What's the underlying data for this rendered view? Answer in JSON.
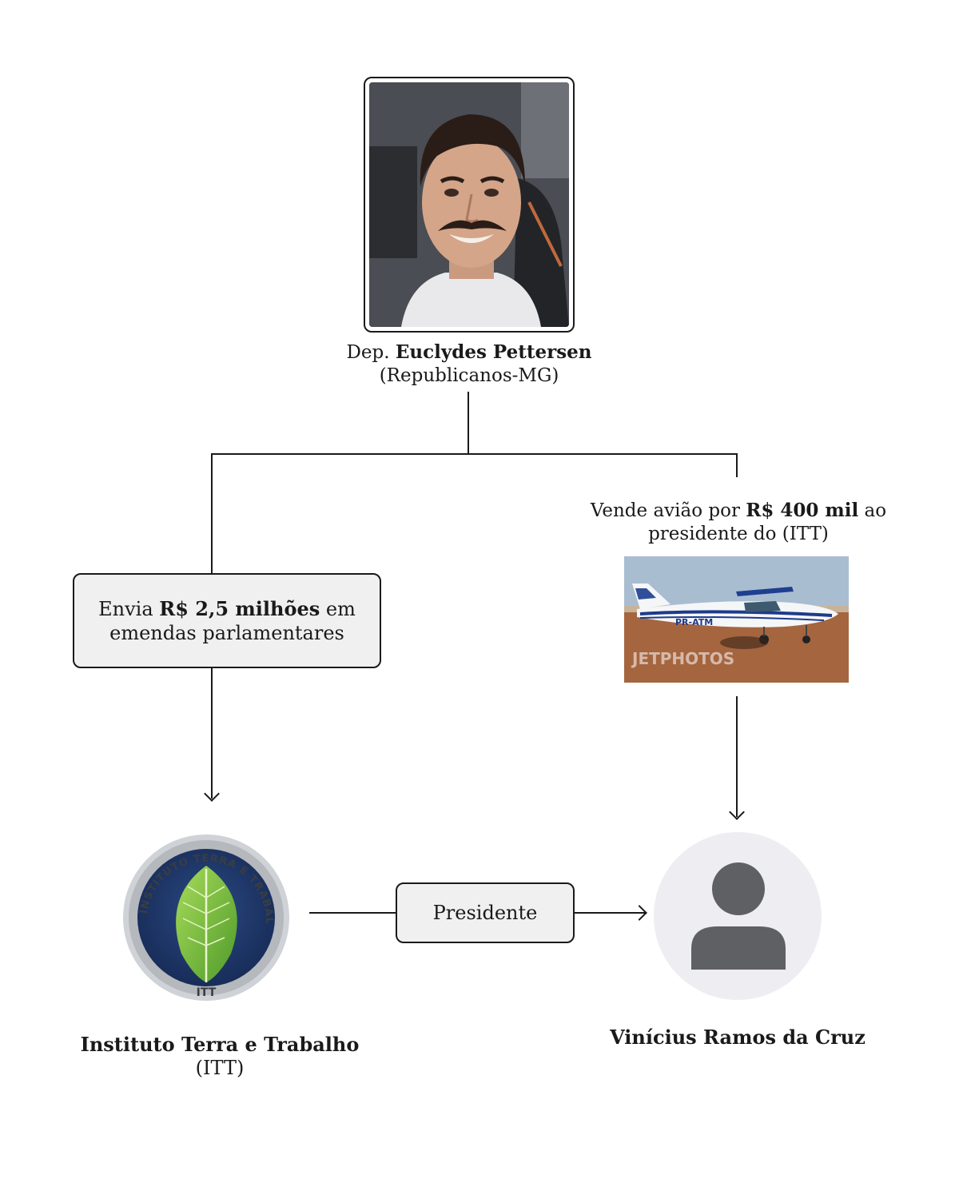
{
  "top_person": {
    "prefix": "Dep. ",
    "name": "Euclydes Pettersen",
    "party": "(Republicanos-MG)"
  },
  "left_box": {
    "pre": "Envia ",
    "amount": "R$ 2,5 milhões",
    "post": " em",
    "line2": "emendas parlamentares"
  },
  "right_caption": {
    "pre": "Vende avião por ",
    "amount": "R$ 400 mil",
    "post": " ao",
    "line2": "presidente do (ITT)"
  },
  "plane_photo": {
    "registration": "PR-ATM",
    "watermark": "JETPHOTOS"
  },
  "itt_logo": {
    "ring_text": "INSTITUTO TERRA E TRABALHO",
    "abbr": "ITT"
  },
  "itt_label": {
    "name": "Instituto Terra e Trabalho",
    "abbr": "(ITT)"
  },
  "relation_box": {
    "label": "Presidente"
  },
  "person_label": {
    "name": "Vinícius Ramos da Cruz"
  },
  "icons": {
    "person_photo": "portrait-photo",
    "plane": "airplane-photo",
    "logo": "leaf-logo-icon",
    "avatar": "user-placeholder-icon"
  },
  "colors": {
    "box_fill": "#f0f0f0",
    "line": "#1a1a1a",
    "avatar_bg": "#eeeef2",
    "avatar_fg": "#5f6063",
    "logo_blue": "#1d3566",
    "leaf_green": "#7cc043"
  }
}
